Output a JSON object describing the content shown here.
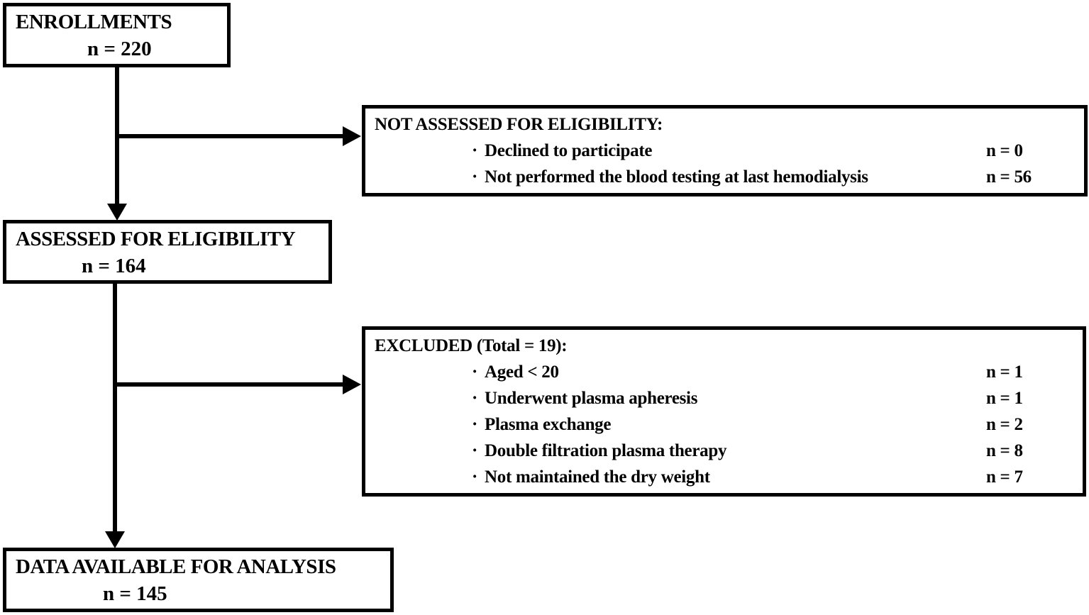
{
  "glyphs": {
    "bullet": "·"
  },
  "colors": {
    "line": "#000000",
    "background": "#ffffff",
    "text": "#000000"
  },
  "nodes": {
    "enrollments": {
      "title": "ENROLLMENTS",
      "count": "n = 220"
    },
    "not_assessed": {
      "title": "NOT ASSESSED FOR ELIGIBILITY:",
      "items": [
        {
          "label": "Declined to participate",
          "count": "n = 0"
        },
        {
          "label": "Not performed the blood testing at last hemodialysis",
          "count": "n = 56"
        }
      ]
    },
    "assessed": {
      "title": "ASSESSED FOR ELIGIBILITY",
      "count": "n = 164"
    },
    "excluded": {
      "title": "EXCLUDED (Total = 19):",
      "items": [
        {
          "label": "Aged < 20",
          "count": "n = 1"
        },
        {
          "label": "Underwent plasma apheresis",
          "count": "n = 1"
        },
        {
          "label": "Plasma exchange",
          "count": "n = 2"
        },
        {
          "label": "Double filtration plasma therapy",
          "count": "n = 8"
        },
        {
          "label": "Not maintained the dry weight",
          "count": "n = 7"
        }
      ]
    },
    "analysis": {
      "title": "DATA AVAILABLE FOR ANALYSIS",
      "count": "n = 145"
    }
  }
}
